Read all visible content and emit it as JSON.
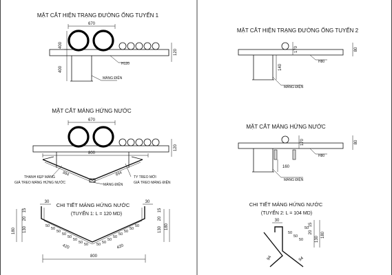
{
  "left": {
    "title1": "MẶT CẮT HIỆN TRẠNG ĐƯỜNG ỐNG TUYẾN 1",
    "title2": "MẶT CẮT MÁNG HỨNG NƯỚC",
    "title3": "CHI TIẾT MÁNG HỨNG NƯỚC",
    "subtitle3": "(TUYẾN 1: L = 120 MD)",
    "dims": {
      "d670": "670",
      "d400": "400",
      "d120": "120",
      "h120": "H120",
      "d800": "800",
      "d894": "894",
      "d30": "30",
      "d15": "15",
      "d20": "20",
      "d130": "130",
      "d180": "180",
      "d50": "50",
      "d420": "420"
    },
    "labels": {
      "mang_dien": "MÁNG ĐIỆN",
      "thanh_kep": "THANH KẸP MÁNG",
      "gia_treo": "GIÁ TREO MÁNG HỨNG NƯỚC",
      "ty_treo": "TY TREO MỚI",
      "gia_treo_dien": "GIÁ TREO MÁNG ĐIỆN"
    }
  },
  "right": {
    "title1": "MẶT CẮT HIỆN TRẠNG ĐƯỜNG ỐNG TUYẾN 2",
    "title2": "MẶT CẮT MÁNG HỨNG NƯỚC",
    "title3": "CHI TIẾT MÁNG HỨNG NƯỚC",
    "subtitle3": "(TUYẾN 2:  L = 104 MD)",
    "dims": {
      "d170": "170",
      "d80": "80",
      "h80": "H80",
      "d140": "140",
      "d160": "160",
      "d30": "30",
      "d15": "15",
      "d20": "20",
      "d50": "50",
      "d130": "130",
      "d180": "180",
      "d94": "94"
    },
    "labels": {
      "mang_dien": "MÁNG ĐIỆN"
    }
  },
  "colors": {
    "line": "#111111",
    "fill": "#d9d9d9",
    "background": "#ffffff"
  }
}
